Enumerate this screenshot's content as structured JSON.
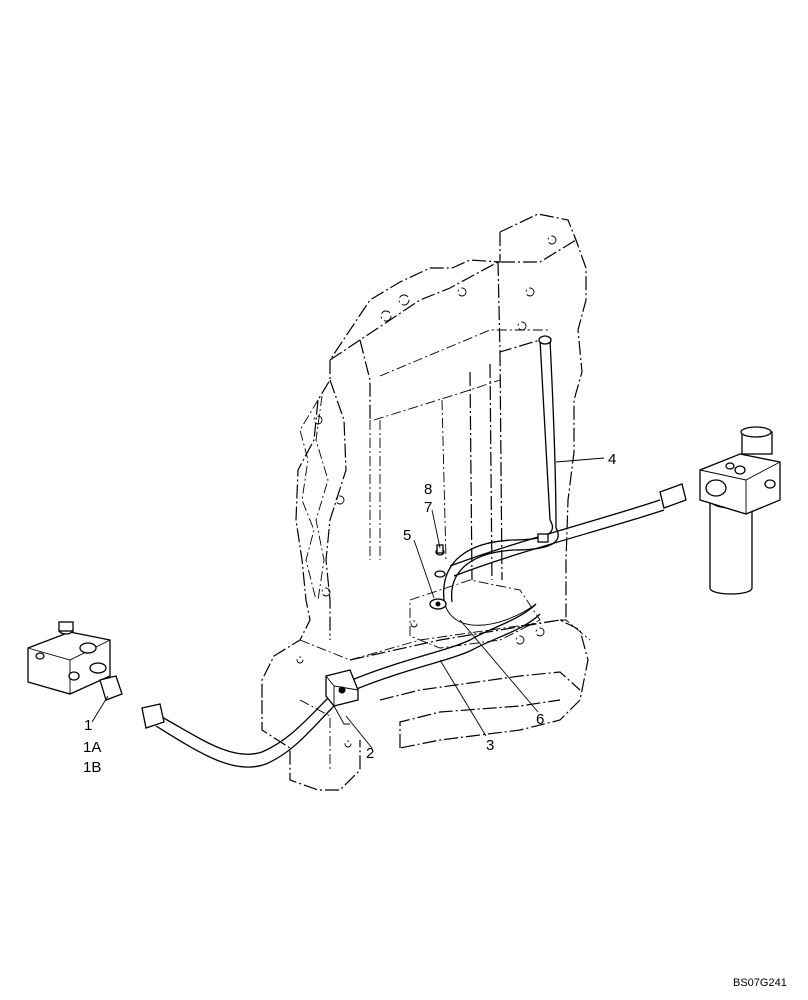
{
  "callouts": {
    "c1": "1",
    "c1a": "1A",
    "c1b": "1B",
    "c2": "2",
    "c3": "3",
    "c4": "4",
    "c5": "5",
    "c6": "6",
    "c7": "7",
    "c8": "8"
  },
  "figure_code": "BS07G241"
}
